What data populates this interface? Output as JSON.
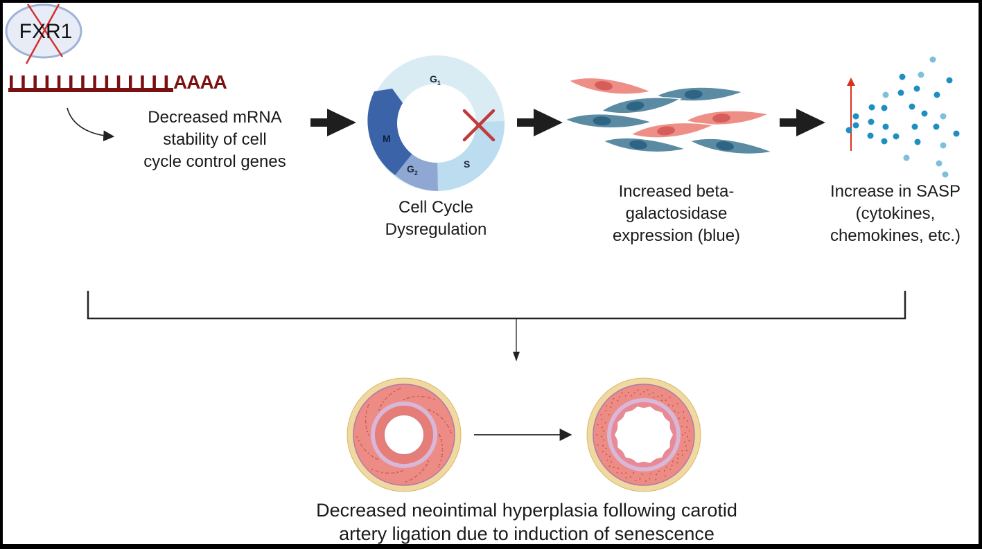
{
  "diagram": {
    "gene": {
      "name": "FXR1",
      "knocked_out": true,
      "poly_a_tail": "AAAA"
    },
    "steps": [
      {
        "id": "mrna",
        "label_lines": [
          "Decreased mRNA",
          "stability of cell",
          "cycle control genes"
        ]
      },
      {
        "id": "cell-cycle",
        "label_lines": [
          "Cell Cycle",
          "Dysregulation"
        ],
        "phases": [
          "G1",
          "S",
          "G2",
          "M"
        ],
        "blocked_transition": "G1-S"
      },
      {
        "id": "beta-gal",
        "label_lines": [
          "Increased beta-",
          "galactosidase",
          "expression (blue)"
        ]
      },
      {
        "id": "sasp",
        "label_lines": [
          "Increase in SASP",
          "(cytokines,",
          "chemokines, etc.)"
        ]
      }
    ],
    "outcome": {
      "label_lines": [
        "Decreased neointimal hyperplasia following carotid",
        "artery ligation due to induction of senescence"
      ],
      "before": "thickened-neointima-artery",
      "after": "reduced-neointima-artery"
    },
    "colors": {
      "mrna": "#7b1010",
      "cross": "#d32f2f",
      "cycle_g1": "#d9ecf4",
      "cycle_s": "#bcdcf0",
      "cycle_g2": "#8fa8d3",
      "cycle_m": "#3b64a8",
      "cell_pink": "#ee8f87",
      "cell_blue": "#5b8aa3",
      "artery_outer": "#efd9a0",
      "artery_media": "#ec8c85",
      "artery_lamina": "#d8b7d9",
      "sasp_dot": "#1e8fc0",
      "sasp_dot_light": "#7ec0dc"
    }
  }
}
